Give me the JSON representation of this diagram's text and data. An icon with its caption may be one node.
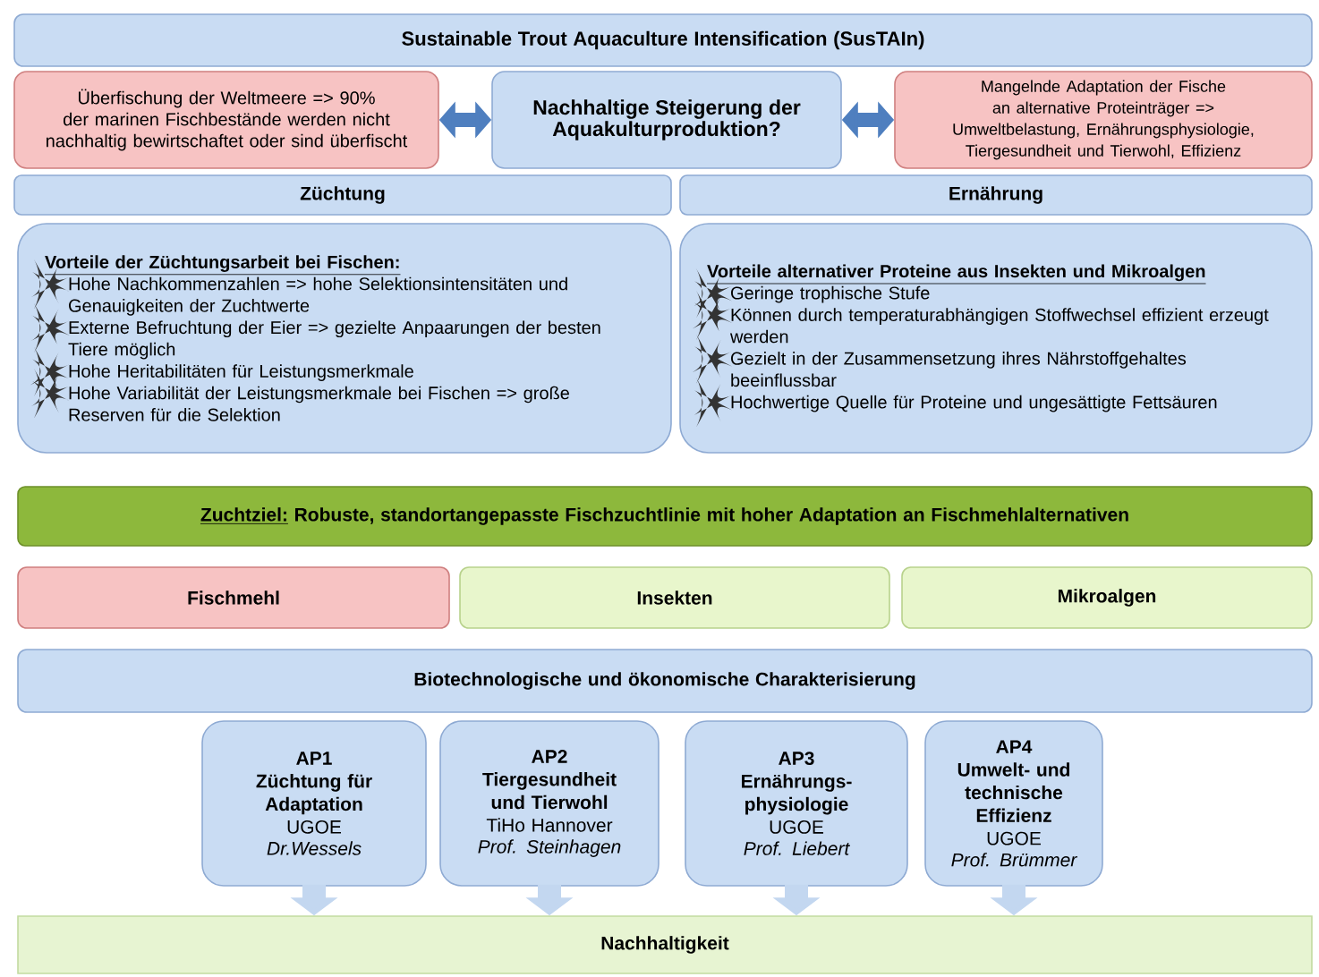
{
  "diagram": {
    "nodes": [
      {
        "text": [
          "Sustainable Trout Aquaculture Intensification (SusTAIn)"
        ]
      },
      {
        "text": [
          "Überfischung der Weltmeere => 90% der marinen Fischbestände werden nicht nachhaltig bewirtschaftet oder sind überfischt"
        ]
      },
      {
        "text": [
          "Nachhaltige Steigerung der Aquakulturproduktion?"
        ]
      },
      {
        "text": [
          "Mangelnde Adaptation der Fische an alternative Proteinträger => Umweltbelastung, Ernährungsphysiologie, Tiergesundheit und Tierwohl, Effizienz"
        ]
      },
      {
        "text": [
          "Züchtung"
        ]
      },
      {
        "text": [
          "Ernährung"
        ]
      },
      {
        "text": [
          "Vorteile der Züchtungsarbeit bei Fischen:",
          "Hohe Nachkommenzahlen => hohe Selektionsintensitäten und Genauigkeiten der Zuchtwerte",
          "Externe Befruchtung der Eier => gezielte Anpaarungen der besten Tiere möglich",
          "Hohe Heritabilitäten für Leistungsmerkmale",
          "Hohe Variabilität der Leistungsmerkmale bei Fischen => große Reserven für die Selektion"
        ]
      },
      {
        "text": [
          "Vorteile alternativer Proteine aus Insekten und Mikroalgen",
          "Geringe trophische Stufe",
          "Können durch temperaturabhängigen Stoffwechsel effizient erzeugt werden",
          "Gezielt in der Zusammensetzung ihres Nährstoffgehaltes beeinflussbar",
          "Hochwertige Quelle für Proteine und ungesättigte Fettsäuren"
        ]
      },
      {
        "text": [
          "Zuchtziel:",
          "Robuste, standortangepasste Fischzuchtlinie mit hoher Adaptation an Fischmehlalternativen"
        ]
      },
      {
        "text": [
          "Fischmehl"
        ]
      },
      {
        "text": [
          "Insekten"
        ]
      },
      {
        "text": [
          "Mikroalgen"
        ]
      },
      {
        "text": [
          "Biotechnologische und ökonomische Charakterisierung"
        ]
      },
      {
        "text": [
          "AP1",
          "Züchtung für Adaptation",
          "UGOE",
          "Dr.Wessels"
        ]
      },
      {
        "text": [
          "AP2",
          "Tiergesundheit und Tierwohl",
          "TiHo Hannover",
          "Prof. Steinhagen"
        ]
      },
      {
        "text": [
          "AP3",
          "Ernährungs-physiologie",
          "UGOE",
          "Prof. Liebert"
        ]
      },
      {
        "text": [
          "AP4",
          "Umwelt- und technische Effizienz",
          "UGOE",
          "Prof. Brümmer"
        ]
      },
      {
        "text": [
          "Nachhaltigkeit"
        ]
      }
    ],
    "edges": [
      {
        "from": 1,
        "to": 2,
        "arrow": "both",
        "color": "#4f7fbf"
      },
      {
        "from": 2,
        "to": 3,
        "arrow": "both",
        "color": "#4f7fbf"
      },
      {
        "from": 13,
        "to": 17,
        "arrow": "to"
      },
      {
        "from": 14,
        "to": 17,
        "arrow": "to"
      },
      {
        "from": 15,
        "to": 17,
        "arrow": "to"
      },
      {
        "from": 16,
        "to": 17,
        "arrow": "to"
      }
    ]
  }
}
